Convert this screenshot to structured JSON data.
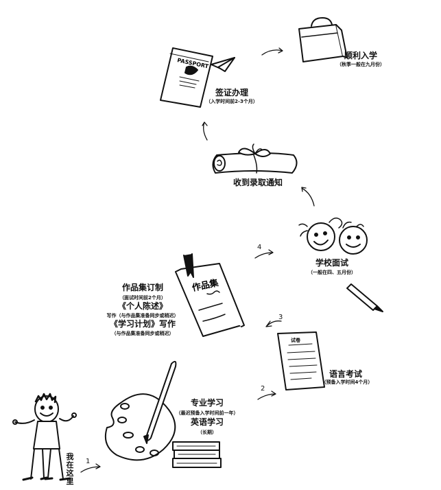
{
  "steps": {
    "start": {
      "label": "我在这里"
    },
    "study": {
      "title1": "专业学习",
      "sub1": "（最迟预备入学时间前一年）",
      "title2": "英语学习",
      "sub2": "（长期）"
    },
    "language": {
      "title": "语言考试",
      "sub": "（预备入学时间4个月）",
      "paper_title": "试卷"
    },
    "portfolio": {
      "title": "作品集订制",
      "sub1": "（面试时间前2个月）",
      "line2": "《个人陈述》",
      "line3": "写作（与作品集准备同步或稍迟）",
      "line4": "《学习计划》写作",
      "line5": "（与作品集准备同步或稍迟）",
      "book_title": "作品集"
    },
    "interview": {
      "title": "学校面试",
      "sub": "（一般在四、五月份）"
    },
    "offer": {
      "title": "收到录取通知"
    },
    "visa": {
      "title": "签证办理",
      "sub": "（入学时间前2-3个月）",
      "passport": "PASSPORT"
    },
    "enroll": {
      "title": "顺利入学",
      "sub": "（秋季一般在九月份）"
    }
  },
  "arrow_numbers": [
    "1",
    "2",
    "3",
    "4"
  ]
}
